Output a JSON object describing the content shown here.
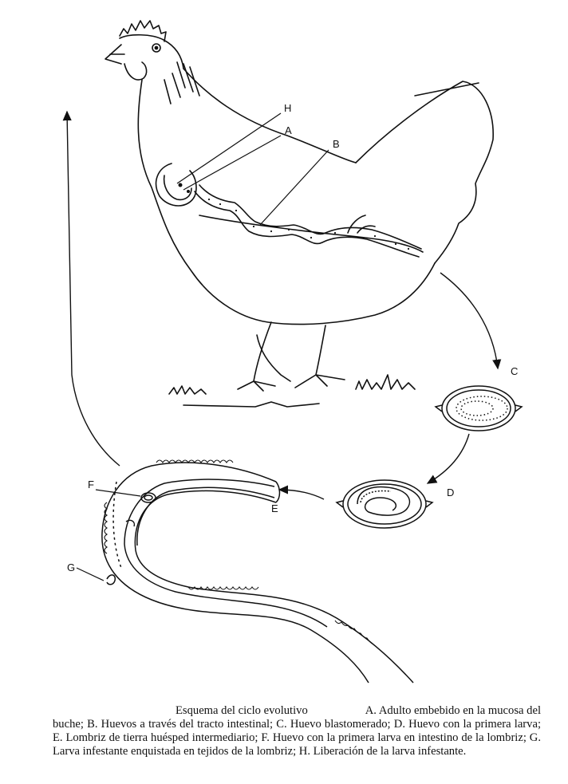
{
  "figure": {
    "labels": {
      "A": "A",
      "B": "B",
      "C": "C",
      "D": "D",
      "E": "E",
      "F": "F",
      "G": "G",
      "H": "H"
    }
  },
  "caption": {
    "title": "Esquema del ciclo evolutivo",
    "text": "A. Adulto embebido en la mucosa del buche; B. Huevos a través del tracto intestinal; C. Huevo blastomerado; D. Huevo con la primera larva; E. Lombriz de tierra huésped intermediario; F. Huevo con la primera larva en intestino de la lombriz; G. Larva infestante enquistada en tejidos de la lombriz; H. Liberación de la larva infestante."
  }
}
